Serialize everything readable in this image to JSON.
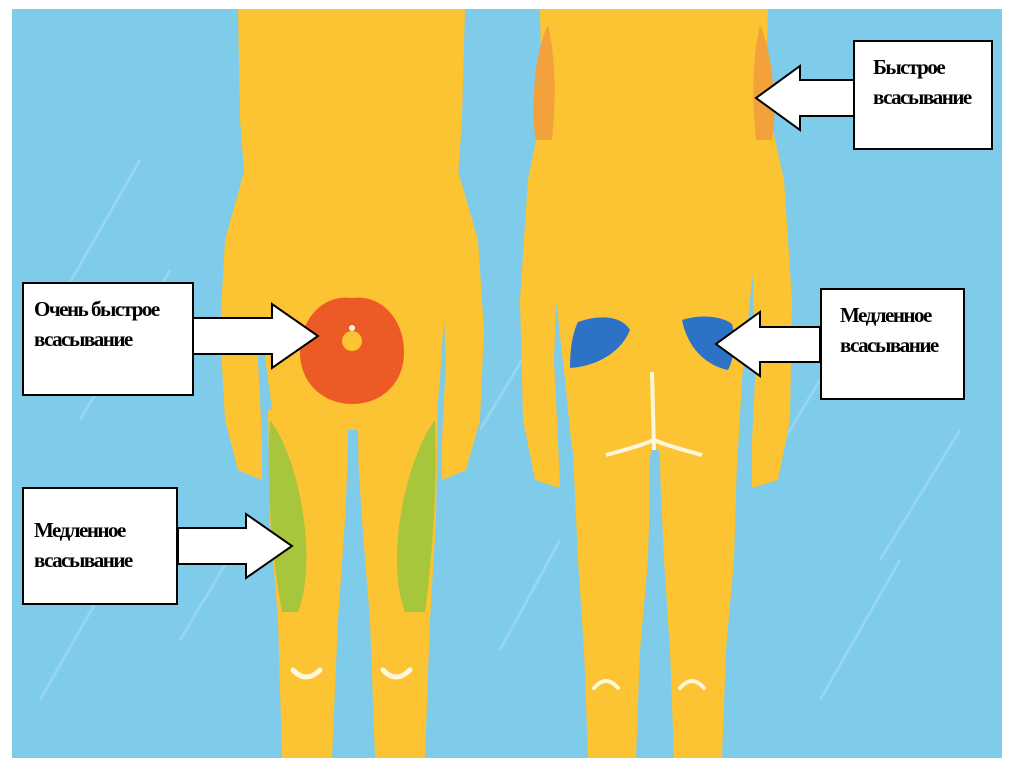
{
  "colors": {
    "background": "#7ecbea",
    "body": "#fcc332",
    "very_fast": "#ec5a26",
    "fast": "#f3a13a",
    "slow_front": "#a8c63b",
    "slow_back": "#2c73c7",
    "highlight": "#fff7dc"
  },
  "labels": {
    "very_fast": [
      "Очень быстрое",
      "всасывание"
    ],
    "fast": [
      "Быстрое",
      "всасывание"
    ],
    "slow_front": [
      "Медленное",
      "всасывание"
    ],
    "slow_back": [
      "Медленное",
      "всасывание"
    ]
  }
}
